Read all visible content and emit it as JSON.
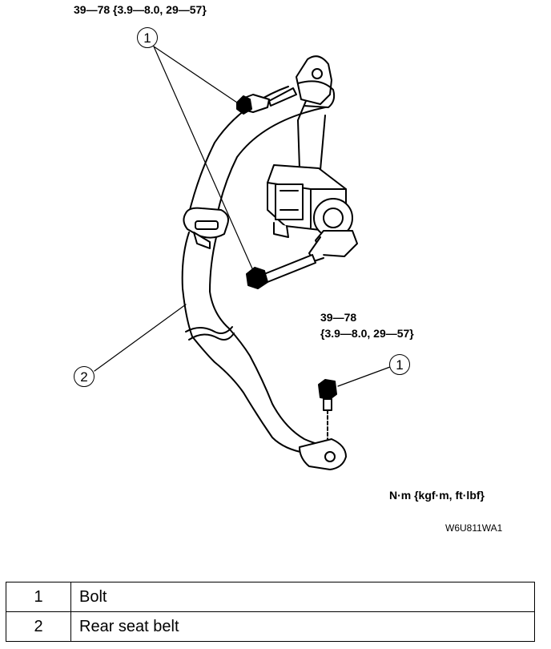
{
  "torque_top": "39—78 {3.9—8.0, 29—57}",
  "torque_bottom_line1": "39—78",
  "torque_bottom_line2": "{3.9—8.0, 29—57}",
  "units": "N·m {kgf·m, ft·lbf}",
  "figure_code": "W6U811WA1",
  "callouts": {
    "bolt": "1",
    "belt": "2"
  },
  "legend": [
    {
      "num": "1",
      "part": "Bolt"
    },
    {
      "num": "2",
      "part": "Rear seat belt"
    }
  ]
}
